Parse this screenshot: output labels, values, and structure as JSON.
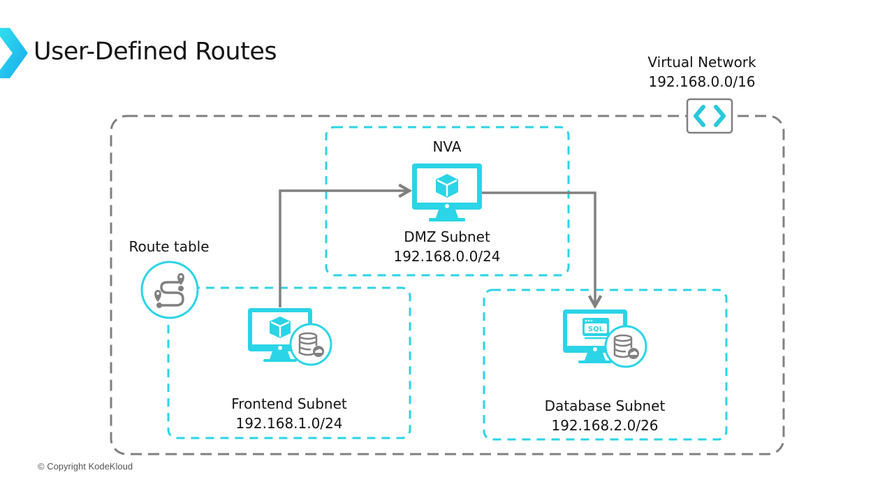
{
  "slide": {
    "title": "User-Defined Routes",
    "copyright": "© Copyright KodeKloud",
    "accent_color": "#2bd4e6",
    "line_color": "#808080"
  },
  "vnet": {
    "name": "Virtual Network",
    "cidr": "192.168.0.0/16",
    "icon": "vnet-brackets-icon"
  },
  "route_table": {
    "label": "Route table",
    "icon": "route-path-icon"
  },
  "subnets": [
    {
      "id": "dmz",
      "heading": "NVA",
      "name": "DMZ Subnet",
      "cidr": "192.168.0.0/24",
      "icon": "vm-monitor-icon"
    },
    {
      "id": "frontend",
      "name": "Frontend Subnet",
      "cidr": "192.168.1.0/24",
      "icon": "vm-database-icon"
    },
    {
      "id": "database",
      "name": "Database Subnet",
      "cidr": "192.168.2.0/26",
      "icon": "sql-vm-database-icon"
    }
  ],
  "flows": [
    {
      "from": "Frontend Subnet",
      "to": "NVA"
    },
    {
      "from": "NVA",
      "to": "Database Subnet"
    }
  ]
}
